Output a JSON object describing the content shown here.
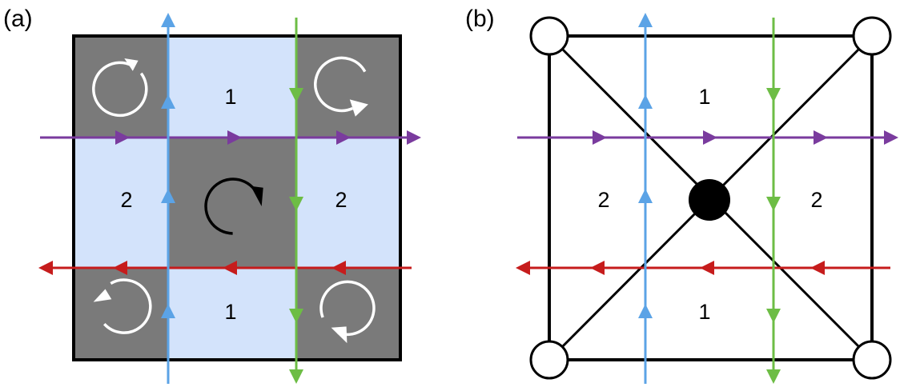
{
  "panels": {
    "a": {
      "label": "(a)",
      "regions": {
        "top": "1",
        "bottom": "1",
        "left": "2",
        "right": "2"
      },
      "colors": {
        "dark_cell": "#7a7a7a",
        "light_cell": "#d3e3fb",
        "frame": "#000000",
        "rotation_light": "#ffffff",
        "rotation_dark": "#000000"
      }
    },
    "b": {
      "label": "(b)",
      "regions": {
        "top": "1",
        "bottom": "1",
        "left": "2",
        "right": "2"
      },
      "colors": {
        "frame": "#000000",
        "open_node": "#ffffff",
        "center_node": "#000000"
      }
    }
  },
  "lines": {
    "blue": {
      "color": "#5ba3e6",
      "direction": "up"
    },
    "green": {
      "color": "#6dbd45",
      "direction": "down"
    },
    "purple": {
      "color": "#7a3b9e",
      "direction": "right"
    },
    "red": {
      "color": "#c61c1c",
      "direction": "left"
    }
  }
}
